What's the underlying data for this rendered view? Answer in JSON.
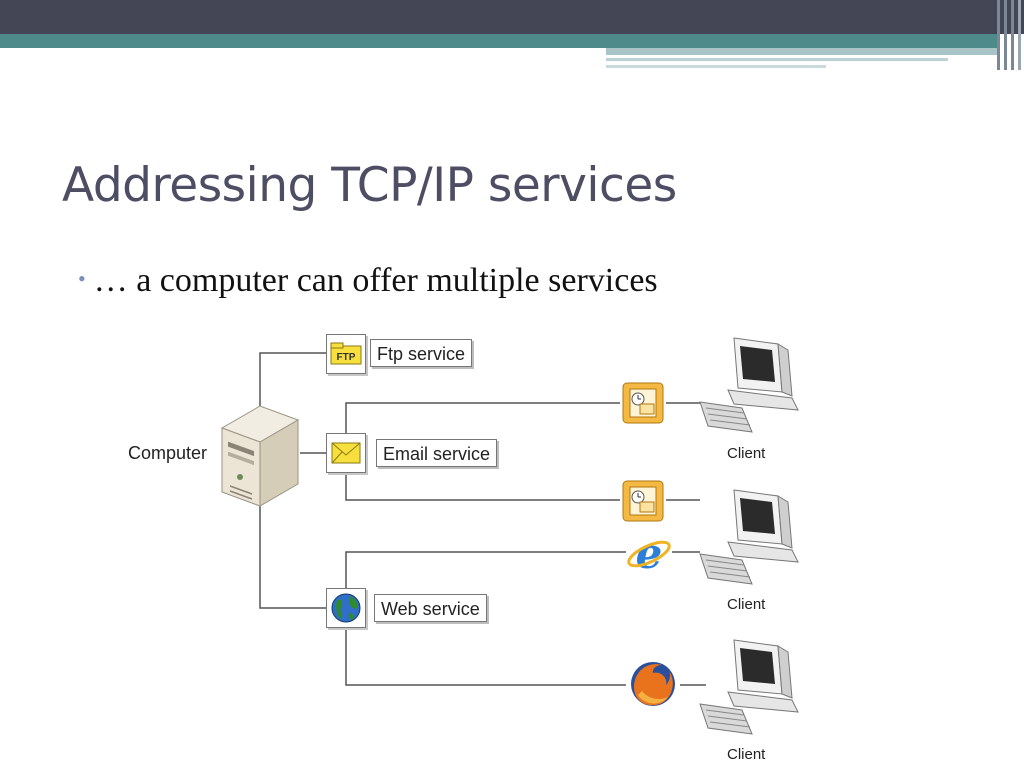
{
  "slide": {
    "title": "Addressing TCP/IP services",
    "bullet": "… a computer can offer multiple services"
  },
  "diagram": {
    "computer_label": "Computer",
    "services": [
      {
        "label": "Ftp service",
        "icon": "ftp-folder-icon",
        "icon_text": "FTP"
      },
      {
        "label": "Email service",
        "icon": "envelope-icon"
      },
      {
        "label": "Web service",
        "icon": "globe-icon"
      }
    ],
    "clients": [
      {
        "label": "Client",
        "apps": [
          "outlook-icon"
        ]
      },
      {
        "label": "Client",
        "apps": [
          "outlook-icon",
          "internet-explorer-icon"
        ]
      },
      {
        "label": "Client",
        "apps": [
          "firefox-icon"
        ]
      }
    ]
  },
  "colors": {
    "title": "#4d4e63",
    "header_dark": "#454655",
    "header_teal": "#4f8a8b",
    "bullet": "#7b8db8",
    "connector": "#555555"
  }
}
